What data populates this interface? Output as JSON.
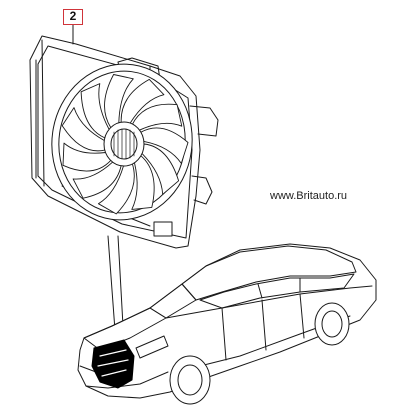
{
  "callout": {
    "label": "2"
  },
  "watermark": {
    "text": "www.Britauto.ru"
  },
  "colors": {
    "callout_border": "#d0343a",
    "line": "#1a1a1a",
    "highlight": "#000000"
  },
  "parts": {
    "fan_blade_count": 11
  }
}
